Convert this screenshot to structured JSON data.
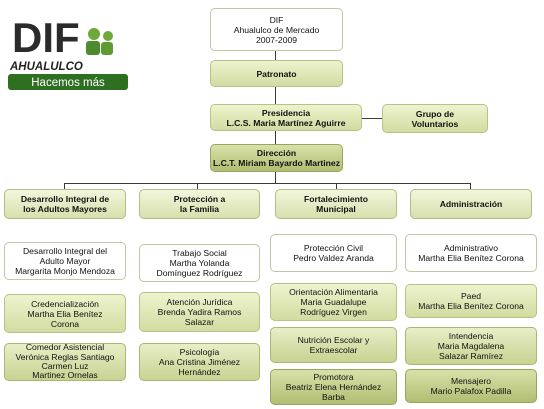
{
  "logo": {
    "mark": "DIF",
    "town": "AHUALULCO",
    "slogan": "Hacemos más"
  },
  "root": {
    "lines": [
      "DIF",
      "Ahualulco de Mercado",
      "2007-2009"
    ]
  },
  "patronato": "Patronato",
  "presidencia": {
    "title": "Presidencia",
    "name": "L.C.S. Maria Martínez Aguirre"
  },
  "voluntarios": [
    "Grupo de",
    "Voluntarios"
  ],
  "direccion": {
    "title": "Dirección",
    "name": "L.C.T.  Miriam Bayardo Martinez"
  },
  "columns": [
    {
      "header": [
        "Desarrollo Integral de",
        "los Adultos Mayores"
      ],
      "units": [
        [
          "Desarrollo Integral del",
          "Adulto Mayor",
          "Margarita Monjo Mendoza"
        ],
        [
          "Credencialización",
          "Martha Elia Benítez",
          "Corona"
        ],
        [
          "Comedor Asistencial",
          "Verónica Reglas Santiago",
          "Carmen Luz",
          "Martinez Ornelas"
        ]
      ]
    },
    {
      "header": [
        "Protección a",
        "la Familia"
      ],
      "units": [
        [
          "Trabajo Social",
          "Martha Yolanda",
          "Domínguez Rodríguez"
        ],
        [
          "Atención Jurídica",
          "Brenda Yadira Ramos",
          "Salazar"
        ],
        [
          "Psicología",
          "Ana Cristina  Jiménez",
          "Hernández"
        ]
      ]
    },
    {
      "header": [
        "Fortalecimiento",
        "Municipal"
      ],
      "units": [
        [
          "Protección Civil",
          "Pedro Valdez Aranda"
        ],
        [
          "Orientación Alimentaria",
          "Maria Guadalupe",
          "Rodríguez Virgen"
        ],
        [
          "Nutrición Escolar y",
          "Extraescolar"
        ],
        [
          "Promotora",
          "Beatriz Elena Hernández",
          "Barba"
        ]
      ]
    },
    {
      "header": [
        "Administración"
      ],
      "units": [
        [
          "Administrativo",
          "Martha Elia Benítez Corona"
        ],
        [
          "Paed",
          "Martha Elia Benítez Corona"
        ],
        [
          "Intendencia",
          "Maria  Magdalena",
          "Salazar  Ramírez"
        ],
        [
          "Mensajero",
          "Mario Palafox Padilla"
        ]
      ]
    }
  ]
}
